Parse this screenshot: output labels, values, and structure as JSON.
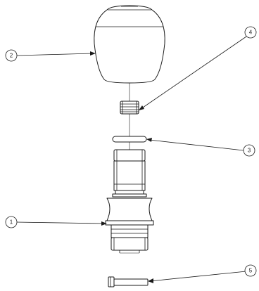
{
  "balloons": [
    {
      "label": "1",
      "part": "base-adapter"
    },
    {
      "label": "2",
      "part": "knob"
    },
    {
      "label": "3",
      "part": "o-ring"
    },
    {
      "label": "4",
      "part": "threaded-stud"
    },
    {
      "label": "5",
      "part": "set-screw"
    }
  ],
  "colors": {
    "line": "#1a1a1a",
    "background": "#ffffff"
  }
}
